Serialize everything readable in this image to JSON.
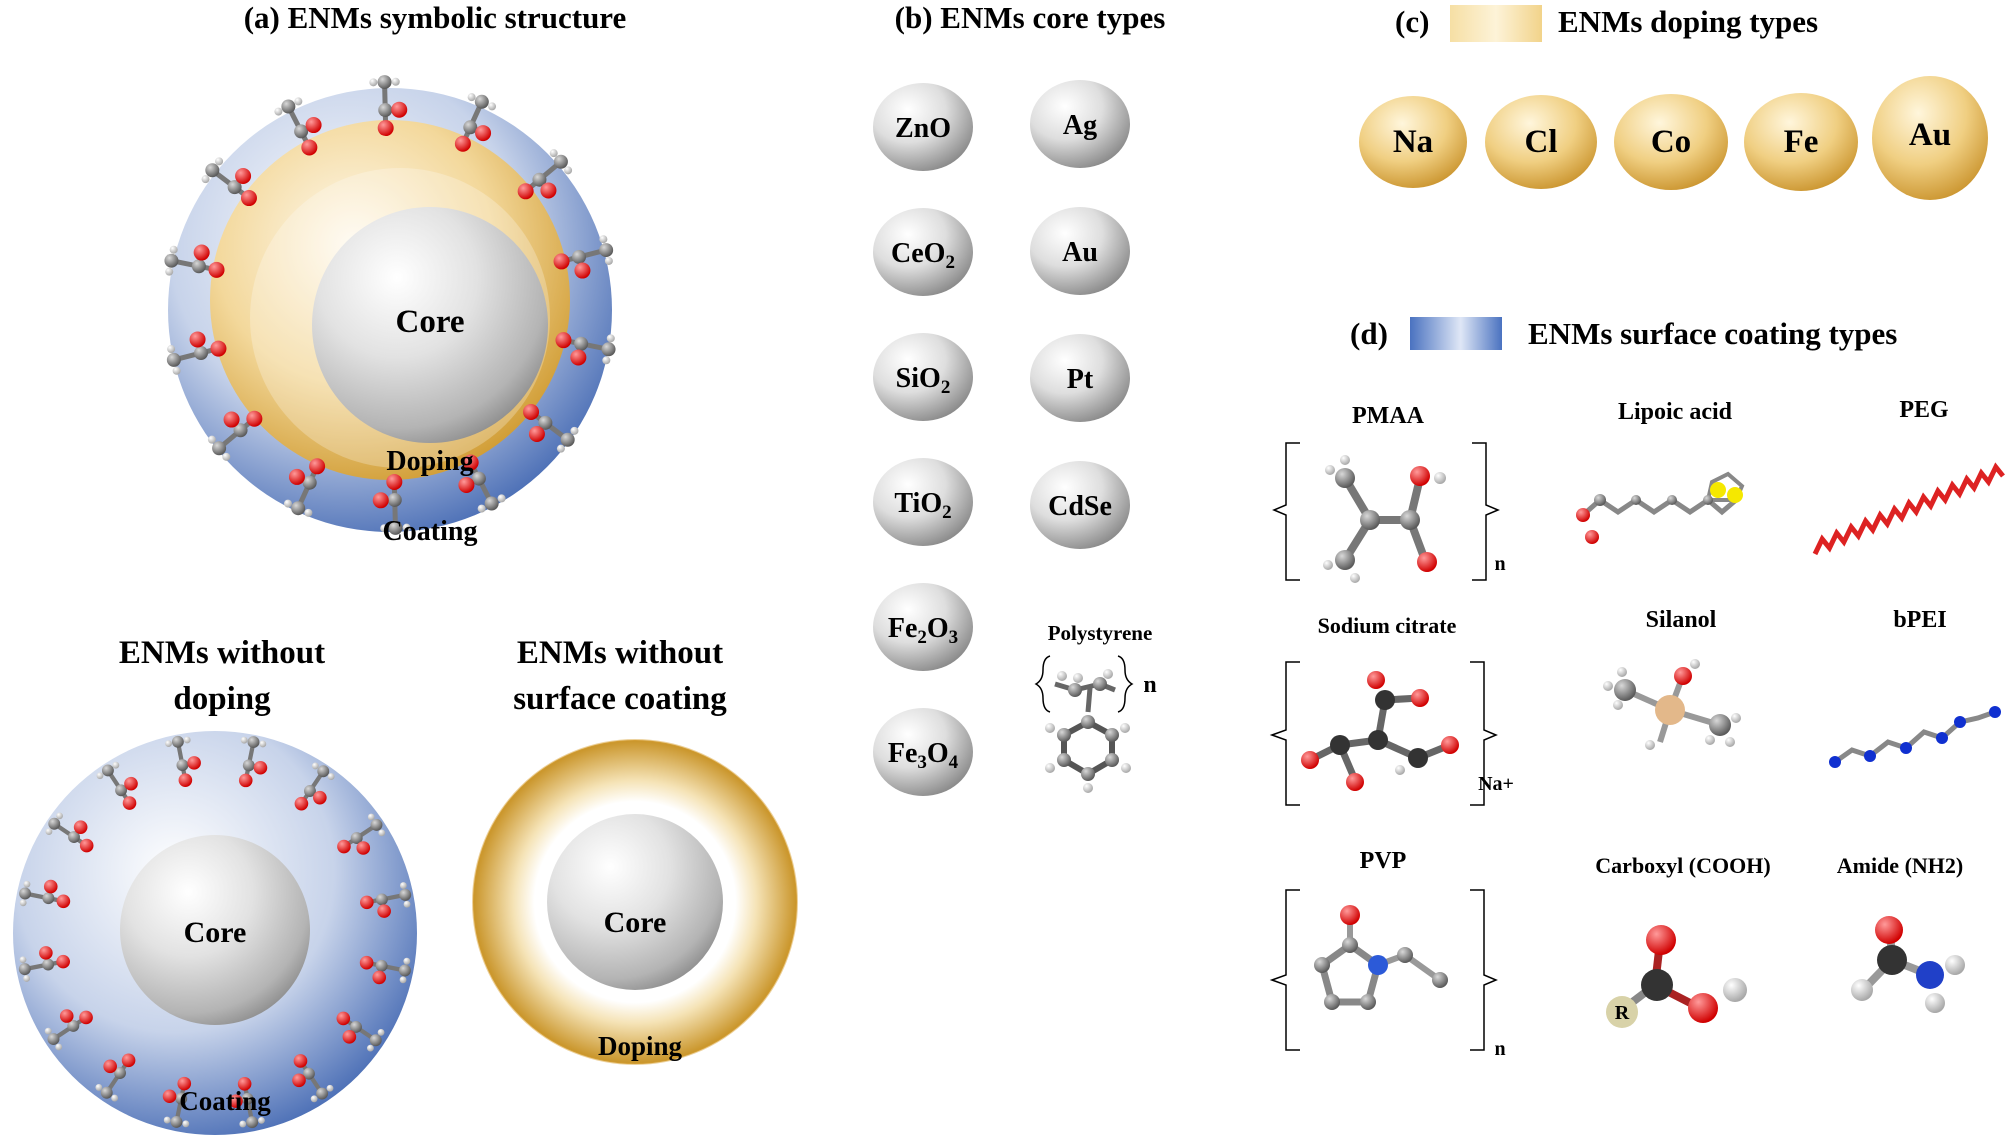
{
  "panel_a": {
    "title": "(a) ENMs symbolic structure",
    "core": "Core",
    "doping": "Doping",
    "coating": "Coating",
    "without_doping": {
      "line1": "ENMs without",
      "line2": "doping",
      "core": "Core",
      "coating": "Coating"
    },
    "without_coating": {
      "line1": "ENMs without",
      "line2": "surface coating",
      "core": "Core",
      "doping": "Doping"
    }
  },
  "panel_b": {
    "title": "(b) ENMs core types",
    "col1": [
      "ZnO",
      "CeO2",
      "SiO2",
      "TiO2",
      "Fe2O3",
      "Fe3O4"
    ],
    "col2": [
      "Ag",
      "Au",
      "Pt",
      "CdSe"
    ],
    "polymer": "Polystyrene",
    "polymer_n": "n"
  },
  "panel_c": {
    "title_prefix": "(c)",
    "title": "ENMs doping types",
    "items": [
      "Na",
      "Cl",
      "Co",
      "Fe",
      "Au"
    ]
  },
  "panel_d": {
    "title_prefix": "(d)",
    "title": "ENMs surface coating types",
    "items": [
      "PMAA",
      "Lipoic acid",
      "PEG",
      "Sodium citrate",
      "Silanol",
      "bPEI",
      "PVP",
      "Carboxyl (COOH)",
      "Amide (NH2)"
    ],
    "pmaa_n": "n",
    "citrate_na": "Na+",
    "pvp_n": "n",
    "r_label": "R"
  },
  "colors": {
    "core": "#c9c9c9",
    "doping": "#e9c46a",
    "coating": "#4a72b8",
    "oxygen": "#e01010",
    "carbon": "#7a7a7a",
    "nitrogen": "#1030d0",
    "sulfur": "#f0f000",
    "silicon": "#e6c09a"
  }
}
